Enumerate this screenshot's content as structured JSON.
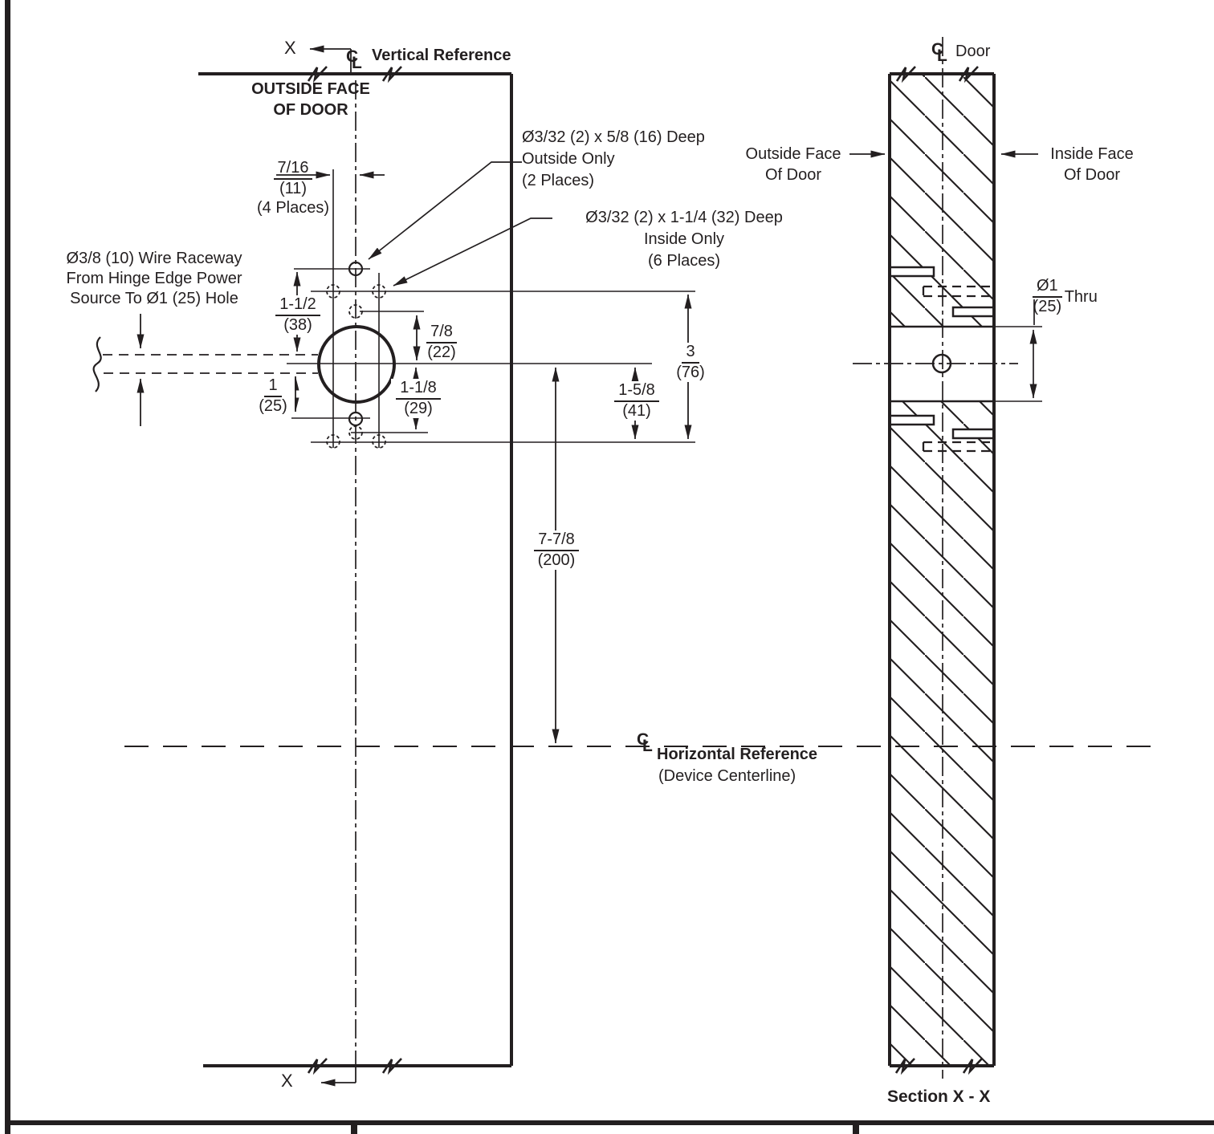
{
  "centerline_symbol": {
    "c": "C",
    "l": "L"
  },
  "front_view": {
    "section_cut_top": "X",
    "section_cut_bottom": "X",
    "vertical_reference_label": "Vertical Reference",
    "outside_face_label": "OUTSIDE FACE\nOF DOOR",
    "callout_outside_holes": "Ø3/32 (2) x 5/8 (16) Deep\nOutside Only\n(2 Places)",
    "callout_inside_holes": "Ø3/32 (2) x 1-1/4 (32) Deep\nInside Only\n(6 Places)",
    "wire_raceway_note": "Ø3/8 (10) Wire Raceway\nFrom Hinge Edge Power\nSource To Ø1 (25) Hole",
    "horizontal_reference_label": "Horizontal Reference",
    "horizontal_reference_sublabel": "(Device Centerline)",
    "dims": {
      "offset_7_16": {
        "in": "7/16",
        "mm": "(11)",
        "note": "(4 Places)"
      },
      "d_1_1_2": {
        "in": "1-1/2",
        "mm": "(38)"
      },
      "d_1": {
        "in": "1",
        "mm": "(25)"
      },
      "d_7_8": {
        "in": "7/8",
        "mm": "(22)"
      },
      "d_1_1_8": {
        "in": "1-1/8",
        "mm": "(29)"
      },
      "d_1_5_8": {
        "in": "1-5/8",
        "mm": "(41)"
      },
      "d_3": {
        "in": "3",
        "mm": "(76)"
      },
      "d_7_7_8": {
        "in": "7-7/8",
        "mm": "(200)"
      }
    }
  },
  "section_view": {
    "door_centerline_label": "Door",
    "outside_face_label": "Outside Face\nOf Door",
    "inside_face_label": "Inside Face\nOf Door",
    "thru_hole": {
      "in": "Ø1",
      "mm": "(25)",
      "suffix": "Thru"
    },
    "title": "Section X - X"
  },
  "colors": {
    "ink": "#231f20",
    "paper": "#ffffff"
  }
}
